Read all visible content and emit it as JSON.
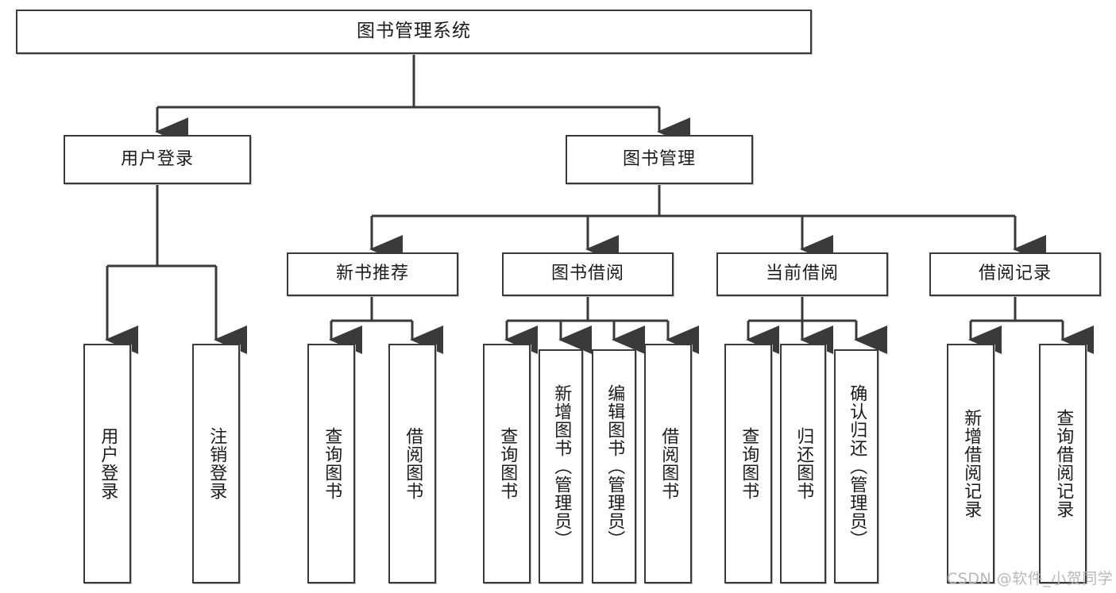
{
  "diagram": {
    "type": "tree",
    "title": "图书管理系统",
    "root": {
      "label": "图书管理系统"
    },
    "level2": [
      {
        "label": "用户登录"
      },
      {
        "label": "图书管理"
      }
    ],
    "level3": [
      {
        "label": "新书推荐"
      },
      {
        "label": "图书借阅"
      },
      {
        "label": "当前借阅"
      },
      {
        "label": "借阅记录"
      }
    ],
    "leaves_user_login": [
      {
        "label": "用户登录"
      },
      {
        "label": "注销登录"
      }
    ],
    "leaves_new_book": [
      {
        "label": "查询图书"
      },
      {
        "label": "借阅图书"
      }
    ],
    "leaves_borrow": [
      {
        "label": "查询图书"
      },
      {
        "label": "新增图书（管理员）"
      },
      {
        "label": "编辑图书（管理员）"
      },
      {
        "label": "借阅图书"
      }
    ],
    "leaves_current": [
      {
        "label": "查询图书"
      },
      {
        "label": "归还图书"
      },
      {
        "label": "确认归还（管理员）"
      }
    ],
    "leaves_records": [
      {
        "label": "新增借阅记录"
      },
      {
        "label": "查询借阅记录"
      }
    ]
  },
  "watermark": {
    "text": "CSDN @软件_小贺同学"
  },
  "colors": {
    "stroke": "#3a3a3a",
    "shadow": "#bdbdbd",
    "text": "#1b1b1b",
    "background": "#ffffff",
    "watermark": "#b8b8b8"
  }
}
